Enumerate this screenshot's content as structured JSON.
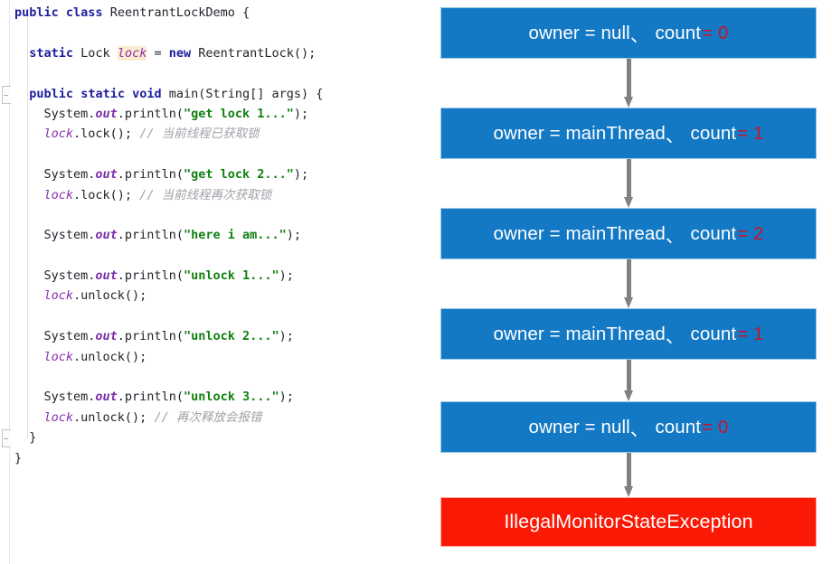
{
  "code_panel": {
    "language": "java",
    "highlighted_token": "lock",
    "lines": [
      [
        {
          "t": "public",
          "c": "kw"
        },
        {
          "t": " ",
          "c": "plain"
        },
        {
          "t": "class",
          "c": "kw"
        },
        {
          "t": " ReentrantLockDemo {",
          "c": "plain"
        }
      ],
      [],
      [
        {
          "t": "  ",
          "c": "plain"
        },
        {
          "t": "static",
          "c": "kw"
        },
        {
          "t": " Lock ",
          "c": "plain"
        },
        {
          "t": "lock",
          "c": "var-hl"
        },
        {
          "t": " = ",
          "c": "plain"
        },
        {
          "t": "new",
          "c": "kw"
        },
        {
          "t": " ReentrantLock();",
          "c": "plain"
        }
      ],
      [],
      [
        {
          "t": "  ",
          "c": "plain"
        },
        {
          "t": "public",
          "c": "kw"
        },
        {
          "t": " ",
          "c": "plain"
        },
        {
          "t": "static",
          "c": "kw"
        },
        {
          "t": " ",
          "c": "plain"
        },
        {
          "t": "void",
          "c": "kw"
        },
        {
          "t": " main(String[] args) {",
          "c": "plain"
        }
      ],
      [
        {
          "t": "    System.",
          "c": "plain"
        },
        {
          "t": "out",
          "c": "field"
        },
        {
          "t": ".println(",
          "c": "plain"
        },
        {
          "t": "\"get lock 1...\"",
          "c": "str"
        },
        {
          "t": ");",
          "c": "plain"
        }
      ],
      [
        {
          "t": "    ",
          "c": "plain"
        },
        {
          "t": "lock",
          "c": "var"
        },
        {
          "t": ".lock(); ",
          "c": "plain"
        },
        {
          "t": "// 当前线程已获取锁",
          "c": "comment"
        }
      ],
      [],
      [
        {
          "t": "    System.",
          "c": "plain"
        },
        {
          "t": "out",
          "c": "field"
        },
        {
          "t": ".println(",
          "c": "plain"
        },
        {
          "t": "\"get lock 2...\"",
          "c": "str"
        },
        {
          "t": ");",
          "c": "plain"
        }
      ],
      [
        {
          "t": "    ",
          "c": "plain"
        },
        {
          "t": "lock",
          "c": "var"
        },
        {
          "t": ".lock(); ",
          "c": "plain"
        },
        {
          "t": "// 当前线程再次获取锁",
          "c": "comment"
        }
      ],
      [],
      [
        {
          "t": "    System.",
          "c": "plain"
        },
        {
          "t": "out",
          "c": "field"
        },
        {
          "t": ".println(",
          "c": "plain"
        },
        {
          "t": "\"here i am...\"",
          "c": "str"
        },
        {
          "t": ");",
          "c": "plain"
        }
      ],
      [],
      [
        {
          "t": "    System.",
          "c": "plain"
        },
        {
          "t": "out",
          "c": "field"
        },
        {
          "t": ".println(",
          "c": "plain"
        },
        {
          "t": "\"unlock 1...\"",
          "c": "str"
        },
        {
          "t": ");",
          "c": "plain"
        }
      ],
      [
        {
          "t": "    ",
          "c": "plain"
        },
        {
          "t": "lock",
          "c": "var"
        },
        {
          "t": ".unlock();",
          "c": "plain"
        }
      ],
      [],
      [
        {
          "t": "    System.",
          "c": "plain"
        },
        {
          "t": "out",
          "c": "field"
        },
        {
          "t": ".println(",
          "c": "plain"
        },
        {
          "t": "\"unlock 2...\"",
          "c": "str"
        },
        {
          "t": ");",
          "c": "plain"
        }
      ],
      [
        {
          "t": "    ",
          "c": "plain"
        },
        {
          "t": "lock",
          "c": "var"
        },
        {
          "t": ".unlock();",
          "c": "plain"
        }
      ],
      [],
      [
        {
          "t": "    System.",
          "c": "plain"
        },
        {
          "t": "out",
          "c": "field"
        },
        {
          "t": ".println(",
          "c": "plain"
        },
        {
          "t": "\"unlock 3...\"",
          "c": "str"
        },
        {
          "t": ");",
          "c": "plain"
        }
      ],
      [
        {
          "t": "    ",
          "c": "plain"
        },
        {
          "t": "lock",
          "c": "var"
        },
        {
          "t": ".unlock(); ",
          "c": "plain"
        },
        {
          "t": "// 再次释放会报错",
          "c": "comment"
        }
      ],
      [
        {
          "t": "  }",
          "c": "plain"
        }
      ],
      [
        {
          "t": "}",
          "c": "plain"
        }
      ]
    ]
  },
  "flow_diagram": {
    "separator": "、",
    "box_color": "#1479c4",
    "error_color": "#fa1905",
    "value_color": "#c9142a",
    "arrow_color": "#808080",
    "boxes": [
      {
        "kind": "state",
        "owner_text": "owner = null",
        "count_label": "count",
        "count_value": "= 0"
      },
      {
        "kind": "state",
        "owner_text": "owner = mainThread",
        "count_label": "count",
        "count_value": "= 1"
      },
      {
        "kind": "state",
        "owner_text": "owner = mainThread",
        "count_label": "count",
        "count_value": "= 2"
      },
      {
        "kind": "state",
        "owner_text": "owner = mainThread",
        "count_label": "count",
        "count_value": "= 1"
      },
      {
        "kind": "state",
        "owner_text": "owner = null",
        "count_label": "count",
        "count_value": "= 0"
      },
      {
        "kind": "error",
        "error_text": "IllegalMonitorStateException"
      }
    ]
  }
}
